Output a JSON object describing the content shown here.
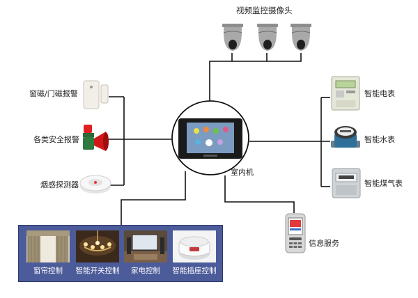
{
  "hub": {
    "label": "室内机",
    "colors": {
      "ring": "#111111",
      "panel": "#1a1a1a",
      "screen": "#7c9bc0"
    }
  },
  "top": {
    "label": "视频监控摄像头",
    "devices": [
      "dome-camera-1",
      "dome-camera-2",
      "dome-camera-3"
    ]
  },
  "left": {
    "items": [
      {
        "label": "窗磁/门磁报警",
        "icon": "door-sensor-icon"
      },
      {
        "label": "各类安全报警",
        "icon": "siren-alarm-icon"
      },
      {
        "label": "烟感探测器",
        "icon": "smoke-detector-icon"
      }
    ]
  },
  "right": {
    "items": [
      {
        "label": "智能电表",
        "icon": "electric-meter-icon"
      },
      {
        "label": "智能水表",
        "icon": "water-meter-icon"
      },
      {
        "label": "智能煤气表",
        "icon": "gas-meter-icon"
      }
    ]
  },
  "info": {
    "label": "信息服务",
    "icon": "mobile-phone-icon"
  },
  "controls": {
    "panel_color": "#4c5b99",
    "items": [
      {
        "label": "窗帘控制",
        "icon": "curtain-photo"
      },
      {
        "label": "智能开关控制",
        "icon": "chandelier-photo"
      },
      {
        "label": "家电控制",
        "icon": "home-theater-photo"
      },
      {
        "label": "智能插座控制",
        "icon": "rice-cooker-photo"
      }
    ]
  }
}
